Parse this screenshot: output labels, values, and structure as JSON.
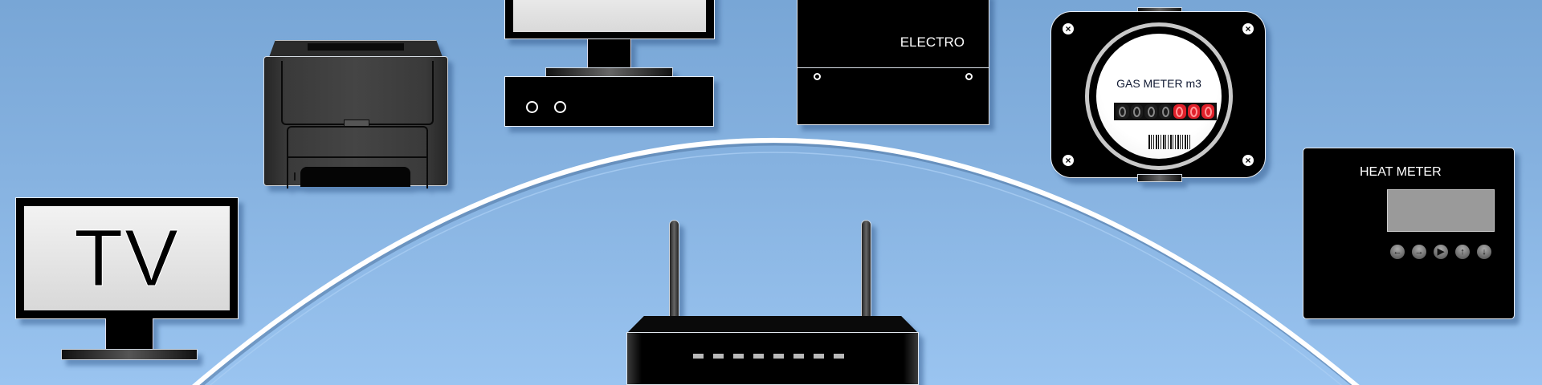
{
  "scene": {
    "background_top": "#78a6d6",
    "background_bottom": "#9ac4f0",
    "arc_color": "#ffffff"
  },
  "devices": {
    "tv": {
      "label": "TV"
    },
    "printer": {
      "label": ""
    },
    "computer": {
      "label": ""
    },
    "electro_meter": {
      "label": "ELECTRO"
    },
    "gas_meter": {
      "label": "GAS METER m3",
      "digits": [
        "0",
        "0",
        "0",
        "0",
        "0",
        "0",
        "0"
      ],
      "digit_colors": [
        "#888888",
        "#888888",
        "#888888",
        "#888888",
        "#ff3b3b",
        "#ff3b3b",
        "#ff3b3b"
      ],
      "red_digit_bg": "#c0101a"
    },
    "heat_meter": {
      "label": "HEAT METER",
      "buttons": [
        "←",
        "→",
        "▶",
        "↑",
        "↓"
      ]
    },
    "router": {
      "led_count": 8
    }
  }
}
